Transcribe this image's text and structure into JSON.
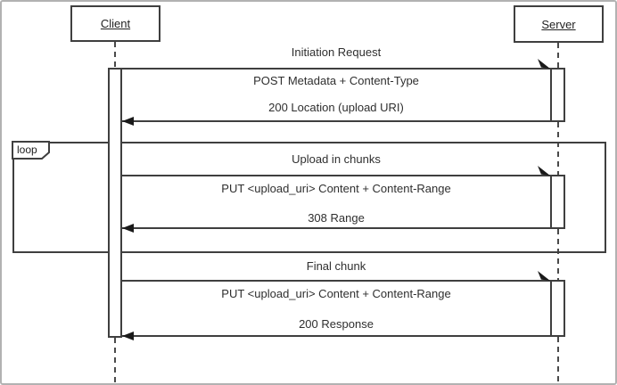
{
  "diagram": {
    "type": "sequence-diagram",
    "actors": [
      {
        "id": "client",
        "label": "Client"
      },
      {
        "id": "server",
        "label": "Server"
      }
    ],
    "fragment": {
      "operator": "loop"
    },
    "sections": [
      {
        "label": "Initiation Request",
        "request": "POST Metadata + Content-Type",
        "response": "200 Location (upload URI)"
      },
      {
        "label": "Upload in chunks",
        "request": "PUT <upload_uri> Content + Content-Range",
        "response": "308 Range",
        "in_loop": true
      },
      {
        "label": "Final chunk",
        "request": "PUT <upload_uri> Content + Content-Range",
        "response": "200 Response"
      }
    ],
    "colors": {
      "line": "#3f3f3f",
      "text": "#2f2f2f",
      "outer_frame": "#b2b2b2",
      "background": "#ffffff"
    }
  }
}
